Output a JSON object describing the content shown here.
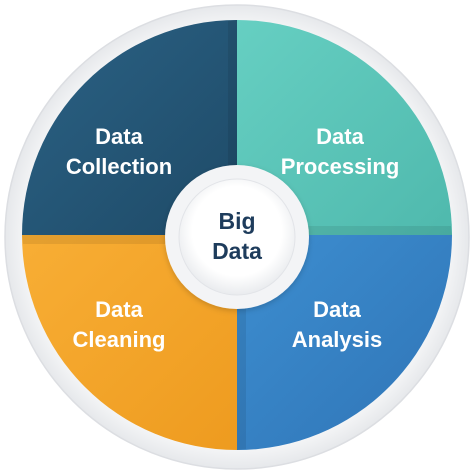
{
  "center": {
    "line1": "Big",
    "line2": "Data"
  },
  "quadrants": {
    "collection": {
      "line1": "Data",
      "line2": "Collection",
      "color": "#245677"
    },
    "processing": {
      "line1": "Data",
      "line2": "Processing",
      "color": "#5dc7bb"
    },
    "cleaning": {
      "line1": "Data",
      "line2": "Cleaning",
      "color": "#f6a62b"
    },
    "analysis": {
      "line1": "Data",
      "line2": "Analysis",
      "color": "#3783c6"
    }
  },
  "colors": {
    "ring": "#f1f2f4",
    "ring_edge": "#dcdee2",
    "center_fill": "#ffffff",
    "center_text": "#1e3c5c"
  }
}
